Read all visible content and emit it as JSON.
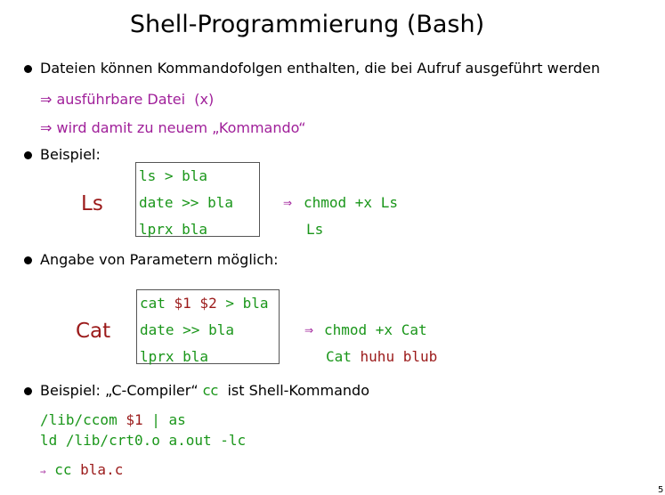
{
  "title": "Shell-Programmierung (Bash)",
  "bullet1": "Dateien können Kommandofolgen enthalten, die bei Aufruf ausgeführt werden",
  "sub1": "⇒ ausführbare Datei  (x)",
  "sub2": "⇒ wird damit zu neuem „Kommando“",
  "bullet2": "Beispiel:",
  "ls": {
    "name": "Ls",
    "lines": [
      "ls > bla",
      "date >> bla",
      "lprx bla"
    ],
    "arrow": "⇒",
    "cmd": "chmod +x Ls",
    "run": "Ls"
  },
  "bullet3": "Angabe von Parametern möglich:",
  "cat": {
    "name": "Cat",
    "line1a": "cat ",
    "line1b": "$1 $2",
    "line1c": " > bla",
    "line2": "date >> bla",
    "line3": "lprx bla",
    "arrow": "⇒",
    "cmd": "chmod +x Cat",
    "run": "Cat",
    "args": " huhu blub"
  },
  "bullet4a": "Beispiel: „C-Compiler“ ",
  "bullet4b": "cc",
  "bullet4c": "  ist Shell-Kommando",
  "cc": {
    "l1a": "/lib/ccom ",
    "l1b": "$1",
    "l1c": " | as",
    "l2": "ld /lib/crt0.o a.out -lc",
    "arrow": "⇒",
    "cmd": "cc",
    "arg": " bla.c"
  },
  "page_number": "5",
  "colors": {
    "green": "#1a961a",
    "red": "#9b1a1a",
    "purple": "#a0209a"
  }
}
